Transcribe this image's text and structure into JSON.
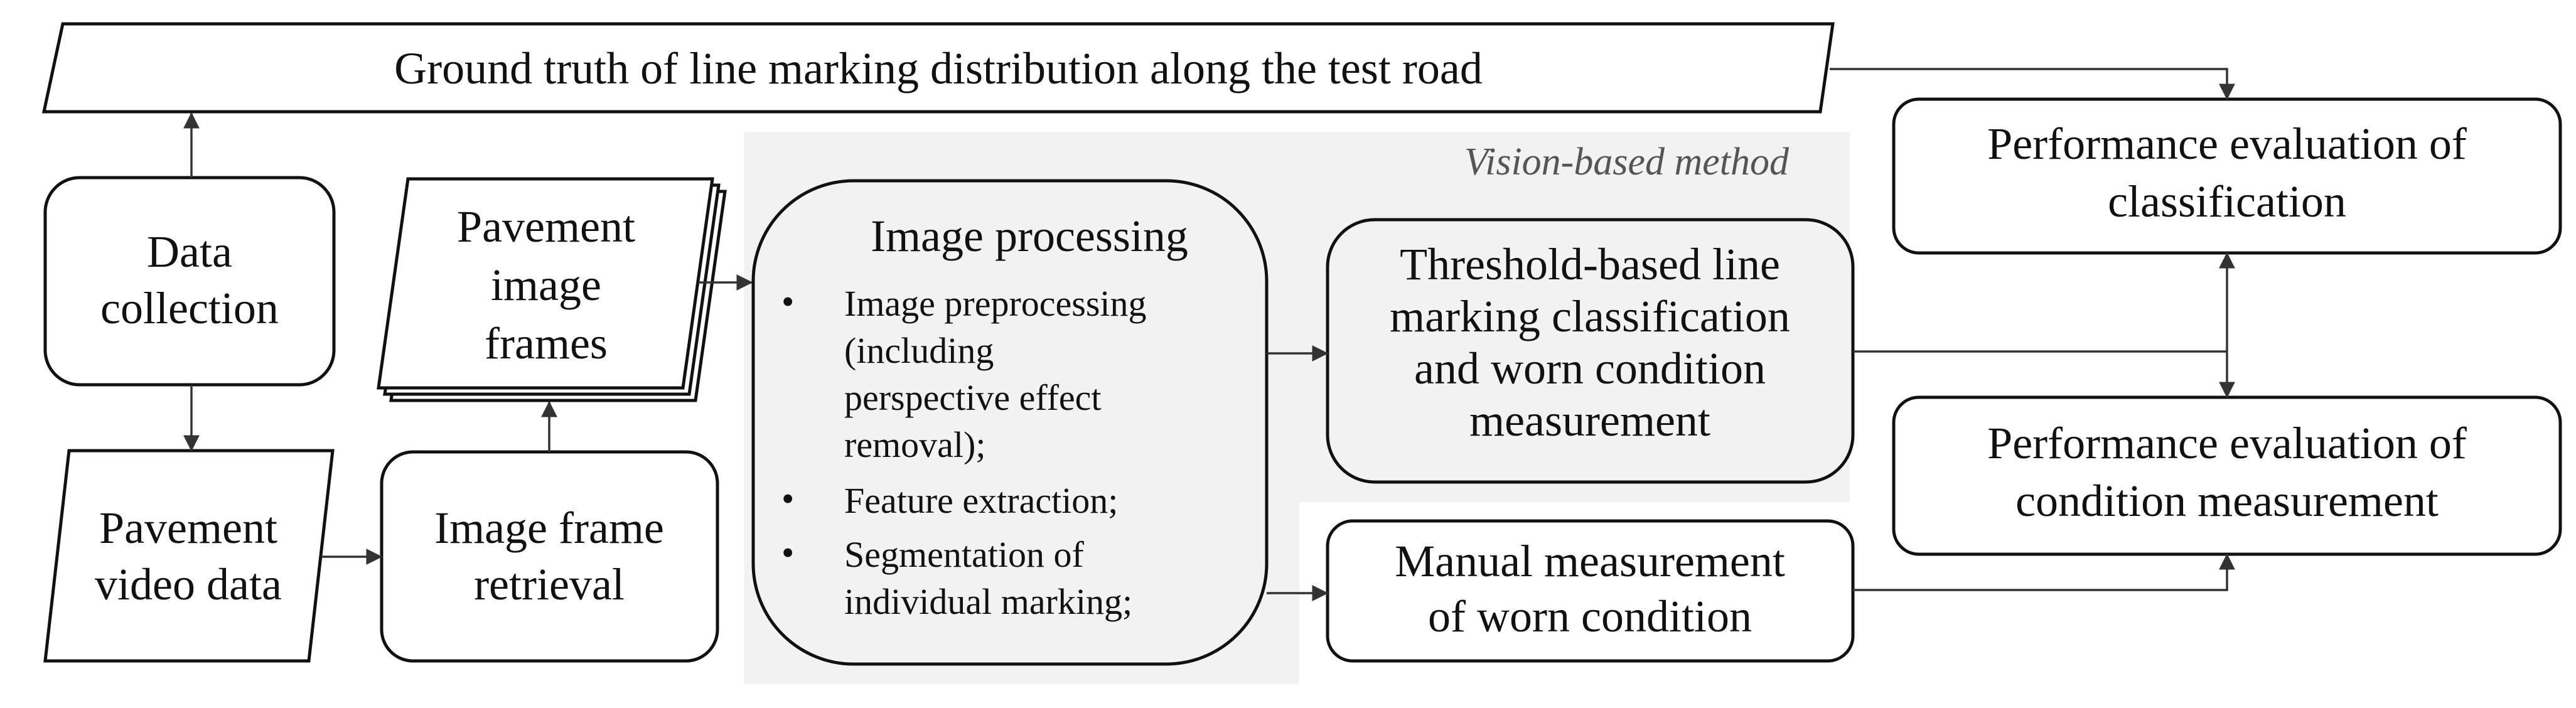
{
  "ground_truth": "Ground truth of line marking distribution along the test road",
  "vision_label": "Vision-based method",
  "data_collection": [
    "Data",
    "collection"
  ],
  "video_data": [
    "Pavement",
    "video data"
  ],
  "frame_retrieval": [
    "Image frame",
    "retrieval"
  ],
  "image_frames": [
    "Pavement",
    "image",
    "frames"
  ],
  "image_processing": {
    "title": "Image processing",
    "bullets": [
      [
        "Image preprocessing",
        "(including",
        "perspective effect",
        "removal);"
      ],
      [
        "Feature extraction;"
      ],
      [
        "Segmentation of",
        "individual marking;"
      ]
    ],
    "bullet_char": "•"
  },
  "threshold": [
    "Threshold-based line",
    "marking classification",
    "and worn condition",
    "measurement"
  ],
  "manual": [
    "Manual measurement",
    "of worn condition"
  ],
  "perf_class": [
    "Performance evaluation of",
    "classification"
  ],
  "perf_cond": [
    "Performance evaluation of",
    "condition measurement"
  ],
  "colors": {
    "panel": "#f1f2f1",
    "stroke": "#111111",
    "arrow": "#333333",
    "label": "#555555"
  }
}
